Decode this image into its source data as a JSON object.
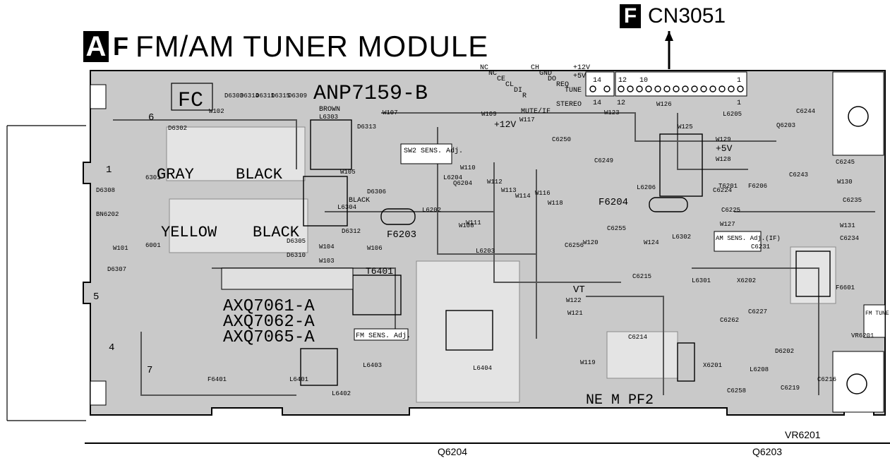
{
  "header": {
    "badge_a": "A",
    "badge_f": "F",
    "title": "FM/AM TUNER MODULE"
  },
  "connector": {
    "badge": "F",
    "label": "CN3051"
  },
  "board": {
    "pcb_id": "ANP7159-B",
    "fc": "FC",
    "wires": [
      "GRAY",
      "BLACK",
      "YELLOW",
      "BLACK",
      "BROWN",
      "BLACK"
    ],
    "modules": [
      "AXQ7061-A",
      "AXQ7062-A",
      "AXQ7065-A"
    ],
    "adjust_boxes": [
      "SW2 SENS. Adj.",
      "FM SENS. Adj.",
      "AM SENS. Adj.(IF)",
      "FM TUNE Adj."
    ],
    "pin_labels": [
      "NC",
      "NC",
      "CE",
      "CL",
      "DI",
      "R",
      "CH",
      "GND",
      "DO",
      "REQ",
      "TUNE",
      "+12V",
      "+5V",
      "STEREO",
      "MUTE/IF",
      "+12V",
      "+5V"
    ],
    "connector_pins": [
      "14",
      "12",
      "10",
      "1",
      "14",
      "12",
      "1"
    ],
    "parts": [
      "D6303",
      "D6314",
      "D6311",
      "D6315",
      "D6309",
      "W102",
      "D6302",
      "L6303",
      "D6313",
      "W107",
      "W109",
      "W117",
      "W123",
      "W126",
      "L6205",
      "Q6203",
      "C6244",
      "W125",
      "W129",
      "W128",
      "D6308",
      "BN6202",
      "W101",
      "D6307",
      "6301",
      "6001",
      "W105",
      "L6304",
      "D6312",
      "D6306",
      "L6202",
      "F6203",
      "W104",
      "W106",
      "W103",
      "D6310",
      "D6305",
      "T6401",
      "W108",
      "W110",
      "Q6204",
      "W111",
      "L6204",
      "W112",
      "W113",
      "W114",
      "W116",
      "W118",
      "C6250",
      "C6256",
      "C6249",
      "L6206",
      "F6204",
      "W124",
      "W120",
      "C6255",
      "L6203",
      "T6201",
      "F6206",
      "C6224",
      "C6225",
      "L6302",
      "W127",
      "C6231",
      "C6245",
      "W130",
      "C6243",
      "C6235",
      "W131",
      "C6234",
      "F6601",
      "X6202",
      "C6227",
      "C6262",
      "L6301",
      "C6215",
      "VT",
      "W122",
      "W121",
      "C6214",
      "X6201",
      "L6208",
      "D6202",
      "C6216",
      "C6219",
      "C6258",
      "W119",
      "VR6201",
      "F6401",
      "L6401",
      "L6402",
      "L6403",
      "L6404"
    ],
    "bottom_text": "NE M PF2",
    "terminals": [
      "1",
      "5",
      "4",
      "6",
      "7"
    ]
  },
  "footer": {
    "labels": [
      "VR6201",
      "Q6204",
      "Q6203"
    ]
  }
}
